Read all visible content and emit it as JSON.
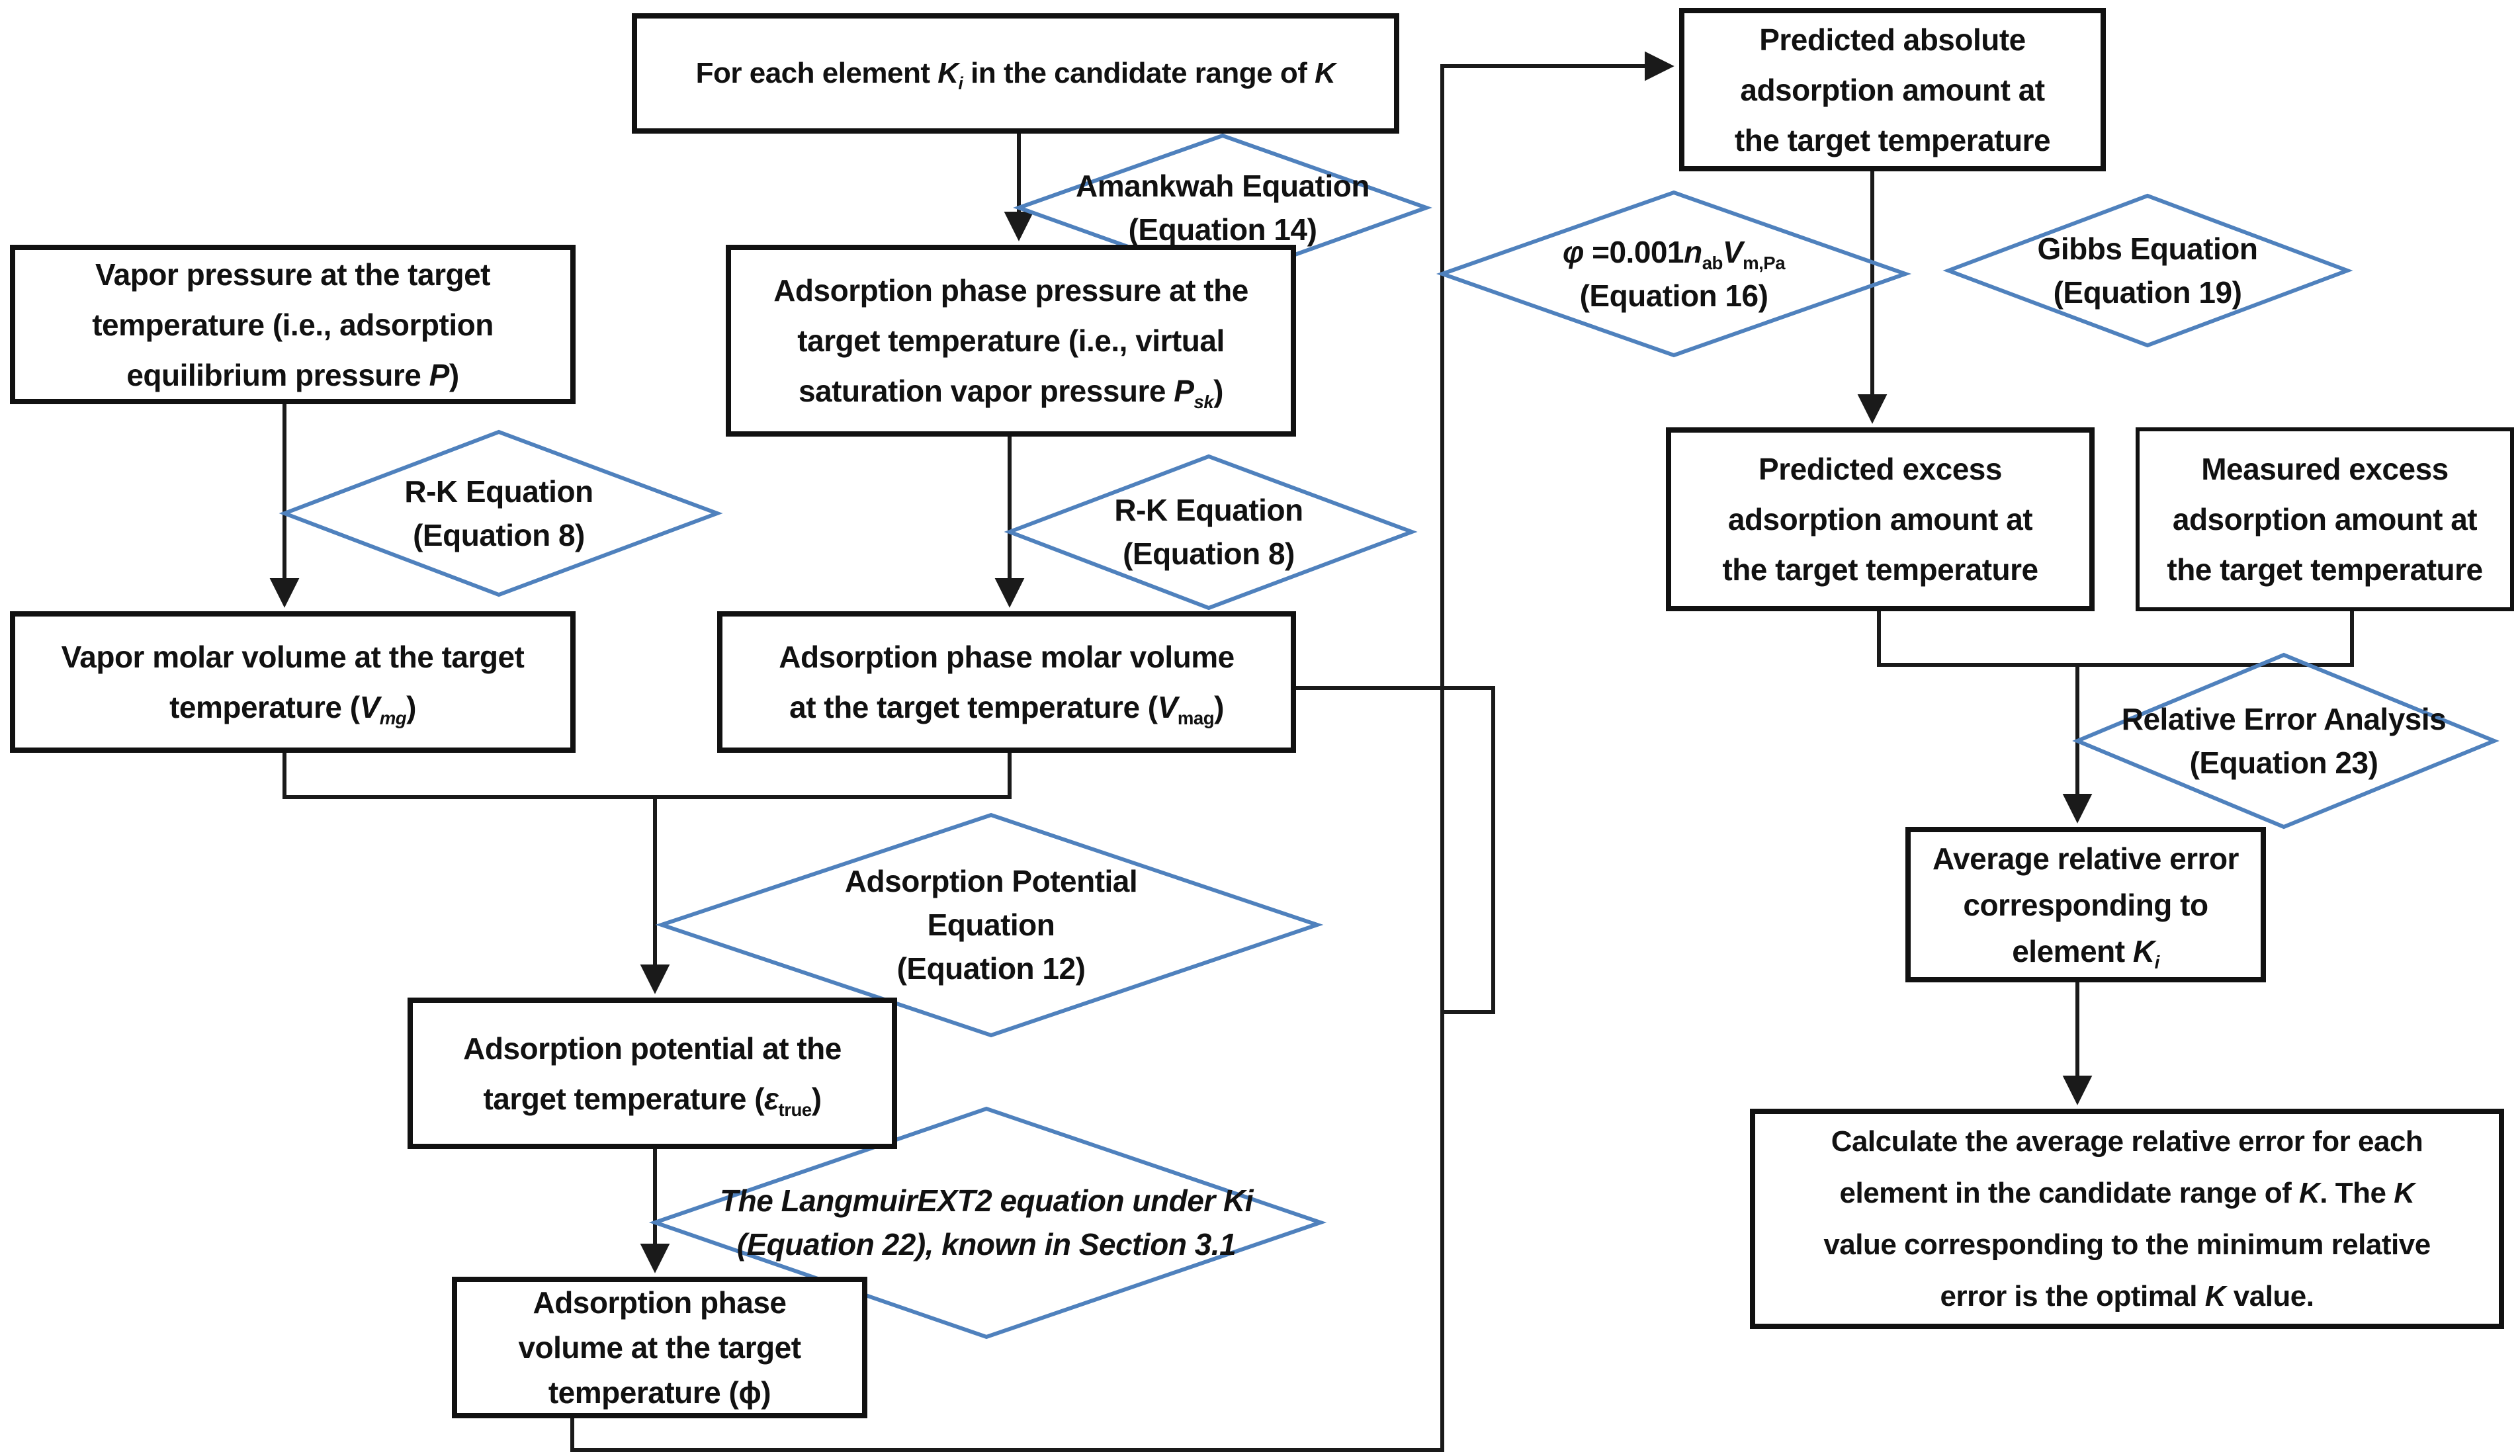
{
  "colors": {
    "background": "#ffffff",
    "box_border": "#111111",
    "connector": "#1a1a1a",
    "diamond_stroke": "#4f81bd",
    "text": "#111111"
  },
  "diagram": {
    "nodes": [
      {
        "id": "for-each-k",
        "kind": "box",
        "segments": [
          {
            "t": "For each element "
          },
          {
            "t": "K",
            "i": true
          },
          {
            "t": "i",
            "i": true,
            "sub": true
          },
          {
            "t": " in the candidate range of "
          },
          {
            "t": "K",
            "i": true
          }
        ]
      },
      {
        "id": "amankwah-equation",
        "kind": "diamond",
        "segments": [
          {
            "t": "Amankwah Equation"
          },
          {
            "br": true
          },
          {
            "t": "(Equation 14)"
          }
        ]
      },
      {
        "id": "vapor-pressure",
        "kind": "box",
        "segments": [
          {
            "t": "Vapor pressure at the target"
          },
          {
            "br": true
          },
          {
            "t": "temperature (i.e., adsorption"
          },
          {
            "br": true
          },
          {
            "t": "equilibrium pressure "
          },
          {
            "t": "P",
            "i": true
          },
          {
            "t": ")"
          }
        ]
      },
      {
        "id": "adsorption-phase-pressure",
        "kind": "box",
        "segments": [
          {
            "t": "Adsorption phase pressure at the"
          },
          {
            "br": true
          },
          {
            "t": "target temperature (i.e., virtual"
          },
          {
            "br": true
          },
          {
            "t": "saturation vapor pressure "
          },
          {
            "t": "P",
            "i": true
          },
          {
            "t": "sk",
            "i": true,
            "sub": true
          },
          {
            "t": ")"
          }
        ]
      },
      {
        "id": "rk-equation-left",
        "kind": "diamond",
        "segments": [
          {
            "t": "R-K Equation"
          },
          {
            "br": true
          },
          {
            "t": "(Equation 8)"
          }
        ]
      },
      {
        "id": "rk-equation-middle",
        "kind": "diamond",
        "segments": [
          {
            "t": "R-K Equation"
          },
          {
            "br": true
          },
          {
            "t": "(Equation 8)"
          }
        ]
      },
      {
        "id": "vapor-molar-volume",
        "kind": "box",
        "segments": [
          {
            "t": "Vapor molar volume at the target"
          },
          {
            "br": true
          },
          {
            "t": "temperature ("
          },
          {
            "t": "V",
            "i": true
          },
          {
            "t": "mg",
            "i": true,
            "sub": true
          },
          {
            "t": ")"
          }
        ]
      },
      {
        "id": "adsorption-phase-molar-volume",
        "kind": "box",
        "segments": [
          {
            "t": "Adsorption phase molar volume"
          },
          {
            "br": true
          },
          {
            "t": "at the target temperature ("
          },
          {
            "t": "V",
            "i": true
          },
          {
            "t": "mag",
            "sub": true
          },
          {
            "t": ")"
          }
        ]
      },
      {
        "id": "adsorption-potential-equation",
        "kind": "diamond",
        "segments": [
          {
            "t": "Adsorption Potential"
          },
          {
            "br": true
          },
          {
            "t": "Equation"
          },
          {
            "br": true
          },
          {
            "t": "(Equation 12)"
          }
        ]
      },
      {
        "id": "adsorption-potential",
        "kind": "box",
        "segments": [
          {
            "t": "Adsorption potential at the"
          },
          {
            "br": true
          },
          {
            "t": "target temperature ("
          },
          {
            "t": "ε",
            "i": true
          },
          {
            "t": "true",
            "sub": true
          },
          {
            "t": ")"
          }
        ]
      },
      {
        "id": "langmuirext2-equation",
        "kind": "diamond",
        "segments": [
          {
            "t": "The LangmuirEXT2 equation under Ki",
            "i": true
          },
          {
            "br": true
          },
          {
            "t": "(Equation 22), known in Section 3.1",
            "i": true
          }
        ]
      },
      {
        "id": "adsorption-phase-volume",
        "kind": "box",
        "segments": [
          {
            "t": "Adsorption phase"
          },
          {
            "br": true
          },
          {
            "t": "volume at the target"
          },
          {
            "br": true
          },
          {
            "t": "temperature (ϕ)"
          }
        ]
      },
      {
        "id": "predicted-absolute-adsorption",
        "kind": "box",
        "segments": [
          {
            "t": "Predicted absolute"
          },
          {
            "br": true
          },
          {
            "t": "adsorption amount at"
          },
          {
            "br": true
          },
          {
            "t": "the target temperature"
          }
        ]
      },
      {
        "id": "phi-equation-16",
        "kind": "diamond",
        "segments": [
          {
            "t": "φ",
            "i": true
          },
          {
            "t": " =0.001"
          },
          {
            "t": "n",
            "i": true
          },
          {
            "t": "ab",
            "sub": true
          },
          {
            "t": "V",
            "i": true
          },
          {
            "t": "m,Pa",
            "sub": true
          },
          {
            "br": true
          },
          {
            "t": "(Equation 16)"
          }
        ]
      },
      {
        "id": "gibbs-equation",
        "kind": "diamond",
        "segments": [
          {
            "t": "Gibbs Equation"
          },
          {
            "br": true
          },
          {
            "t": "(Equation 19)"
          }
        ]
      },
      {
        "id": "predicted-excess-adsorption",
        "kind": "box",
        "segments": [
          {
            "t": "Predicted excess"
          },
          {
            "br": true
          },
          {
            "t": "adsorption amount at"
          },
          {
            "br": true
          },
          {
            "t": "the target temperature"
          }
        ]
      },
      {
        "id": "measured-excess-adsorption",
        "kind": "box",
        "segments": [
          {
            "t": "Measured excess"
          },
          {
            "br": true
          },
          {
            "t": "adsorption amount at"
          },
          {
            "br": true
          },
          {
            "t": "the target temperature"
          }
        ]
      },
      {
        "id": "relative-error-analysis",
        "kind": "diamond",
        "segments": [
          {
            "t": "Relative Error Analysis"
          },
          {
            "br": true
          },
          {
            "t": "(Equation 23)"
          }
        ]
      },
      {
        "id": "average-relative-error",
        "kind": "box",
        "segments": [
          {
            "t": "Average relative error"
          },
          {
            "br": true
          },
          {
            "t": "corresponding to"
          },
          {
            "br": true
          },
          {
            "t": "element "
          },
          {
            "t": "K",
            "i": true
          },
          {
            "t": "i",
            "i": true,
            "sub": true
          }
        ]
      },
      {
        "id": "calculate-optimal-k",
        "kind": "box",
        "segments": [
          {
            "t": "Calculate the average relative error for each"
          },
          {
            "br": true
          },
          {
            "t": "element in the candidate range of "
          },
          {
            "t": "K",
            "i": true
          },
          {
            "t": ". The "
          },
          {
            "t": "K",
            "i": true
          },
          {
            "br": true
          },
          {
            "t": "value corresponding to the minimum relative"
          },
          {
            "br": true
          },
          {
            "t": "error is the optimal "
          },
          {
            "t": "K",
            "i": true
          },
          {
            "t": " value."
          }
        ]
      }
    ]
  }
}
